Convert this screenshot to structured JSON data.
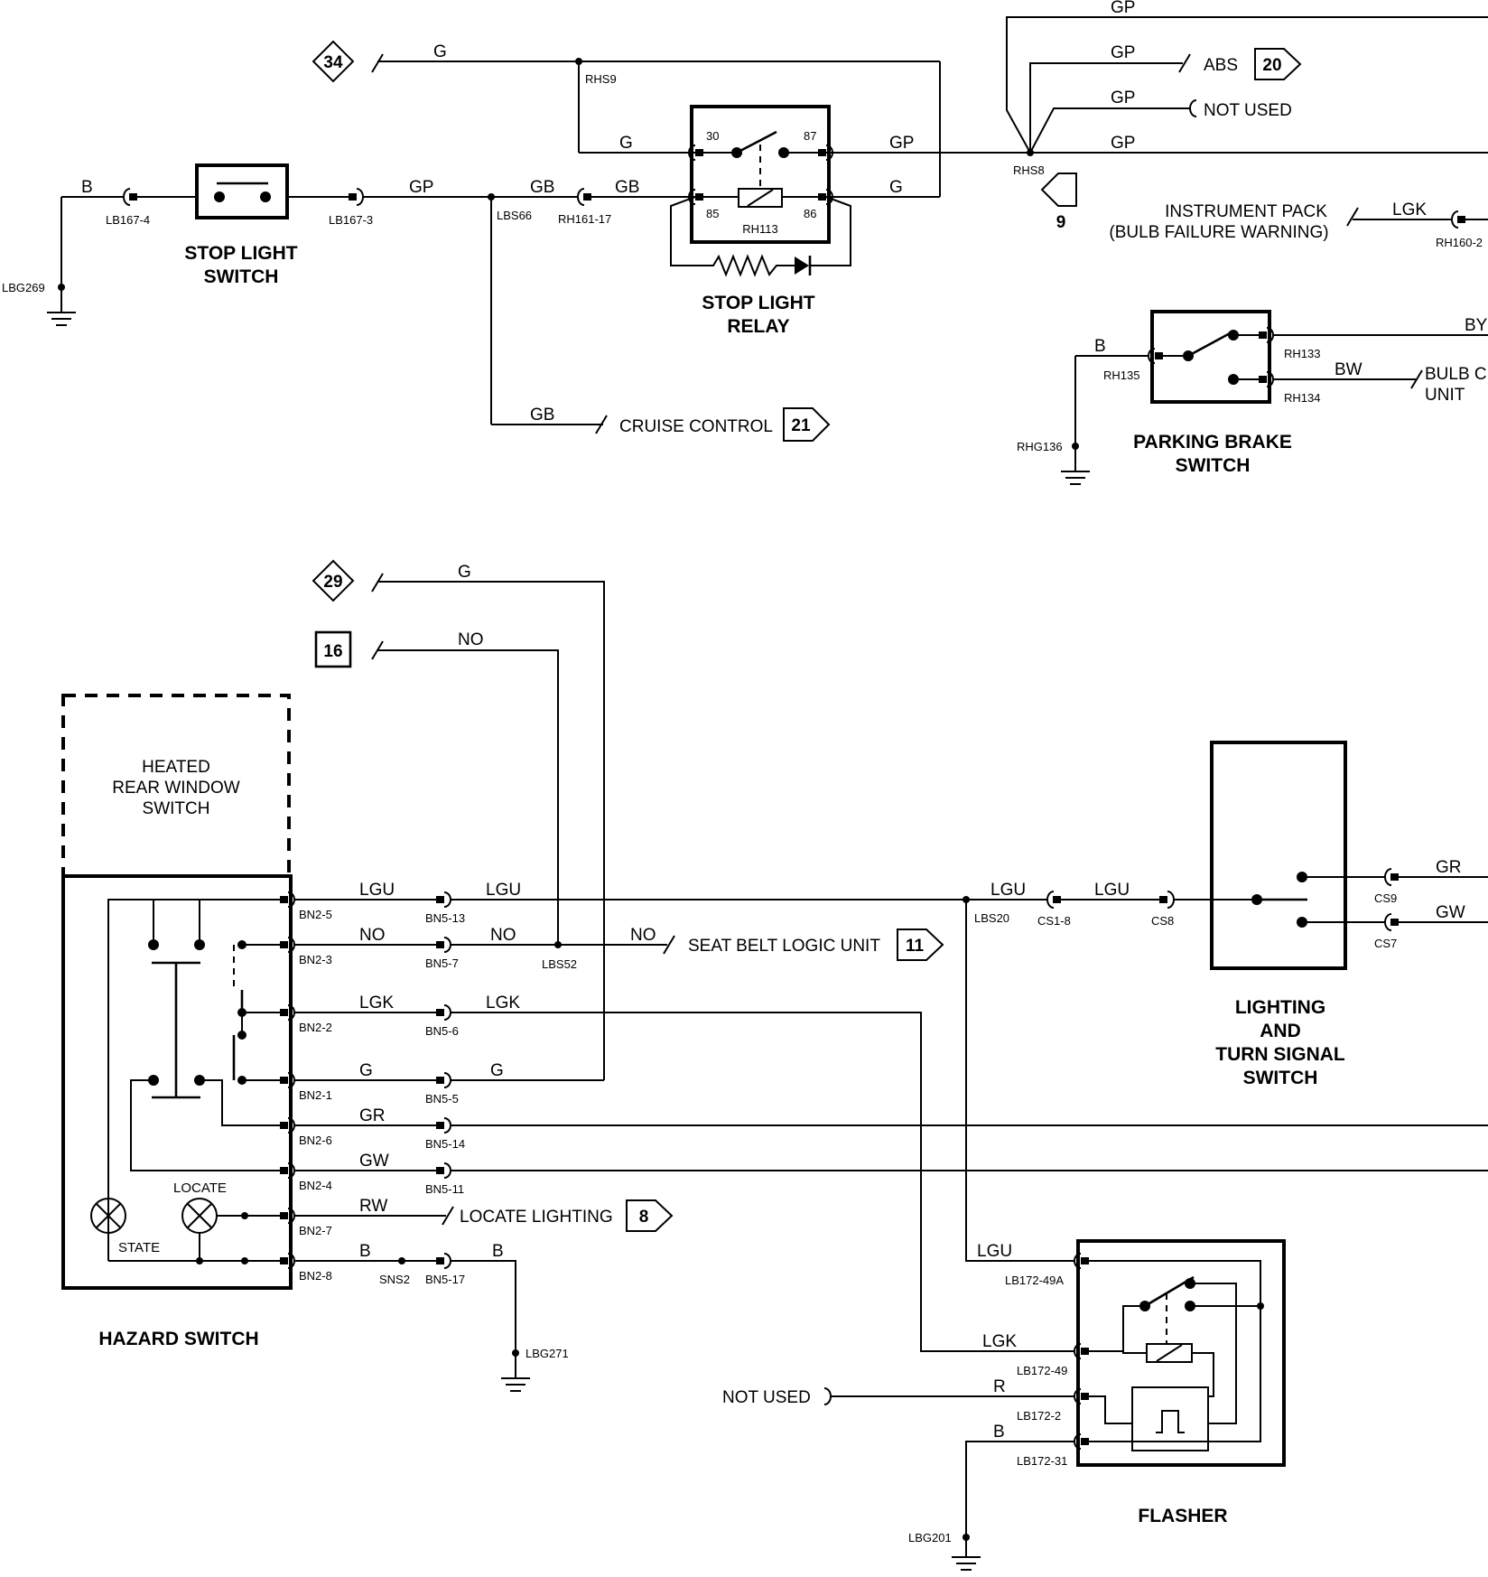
{
  "stop_light_switch": {
    "title_line1": "STOP LIGHT",
    "title_line2": "SWITCH"
  },
  "stop_light_relay": {
    "title_line1": "STOP LIGHT",
    "title_line2": "RELAY",
    "id": "RH113",
    "pin30": "30",
    "pin87": "87",
    "pin85": "85",
    "pin86": "86"
  },
  "parking_brake_switch": {
    "title_line1": "PARKING BRAKE",
    "title_line2": "SWITCH"
  },
  "heated_rear_window": {
    "line1": "HEATED",
    "line2": "REAR WINDOW",
    "line3": "SWITCH"
  },
  "hazard_switch": {
    "title": "HAZARD SWITCH",
    "locate": "LOCATE",
    "state": "STATE"
  },
  "lighting_switch": {
    "line1": "LIGHTING",
    "line2": "AND",
    "line3": "TURN SIGNAL",
    "line4": "SWITCH"
  },
  "flasher": {
    "title": "FLASHER"
  },
  "refs": {
    "r34": "34",
    "r20": "20",
    "r9": "9",
    "r21": "21",
    "r29": "29",
    "r16": "16",
    "r11": "11",
    "r8": "8"
  },
  "dest": {
    "abs": "ABS",
    "not_used_top": "NOT USED",
    "instrument_line1": "INSTRUMENT PACK",
    "instrument_line2": "(BULB FAILURE WARNING)",
    "bulb_line1": "BULB C",
    "bulb_line2": "UNIT",
    "cruise": "CRUISE CONTROL",
    "seat_belt": "SEAT BELT LOGIC UNIT",
    "locate_lighting": "LOCATE LIGHTING",
    "not_used_bottom": "NOT USED"
  },
  "wire_colors": {
    "b": "B",
    "g": "G",
    "gp": "GP",
    "gb": "GB",
    "lgk": "LGK",
    "by": "BY",
    "bw": "BW",
    "lgu": "LGU",
    "no": "NO",
    "gr": "GR",
    "gw": "GW",
    "rw": "RW",
    "r": "R"
  },
  "connectors": {
    "lb167_4": "LB167-4",
    "lb167_3": "LB167-3",
    "lbg269": "LBG269",
    "lbs66": "LBS66",
    "rh161_17": "RH161-17",
    "rhs9": "RHS9",
    "rhs8": "RHS8",
    "rh160": "RH160-2",
    "rh133": "RH133",
    "rh134": "RH134",
    "rh135": "RH135",
    "rhg136": "RHG136",
    "bn2_5": "BN2-5",
    "bn2_3": "BN2-3",
    "bn2_2": "BN2-2",
    "bn2_1": "BN2-1",
    "bn2_6": "BN2-6",
    "bn2_4": "BN2-4",
    "bn2_7": "BN2-7",
    "bn2_8": "BN2-8",
    "bn5_13": "BN5-13",
    "bn5_7": "BN5-7",
    "bn5_6": "BN5-6",
    "bn5_5": "BN5-5",
    "bn5_14": "BN5-14",
    "bn5_11": "BN5-11",
    "bn5_17": "BN5-17",
    "sns2": "SNS2",
    "lbg271": "LBG271",
    "lbs52": "LBS52",
    "lbs20": "LBS20",
    "cs1_8": "CS1-8",
    "cs8": "CS8",
    "cs9": "CS9",
    "cs7": "CS7",
    "lb172_49a": "LB172-49A",
    "lb172_49": "LB172-49",
    "lb172_2": "LB172-2",
    "lb172_31": "LB172-31",
    "lbg201": "LBG201"
  }
}
